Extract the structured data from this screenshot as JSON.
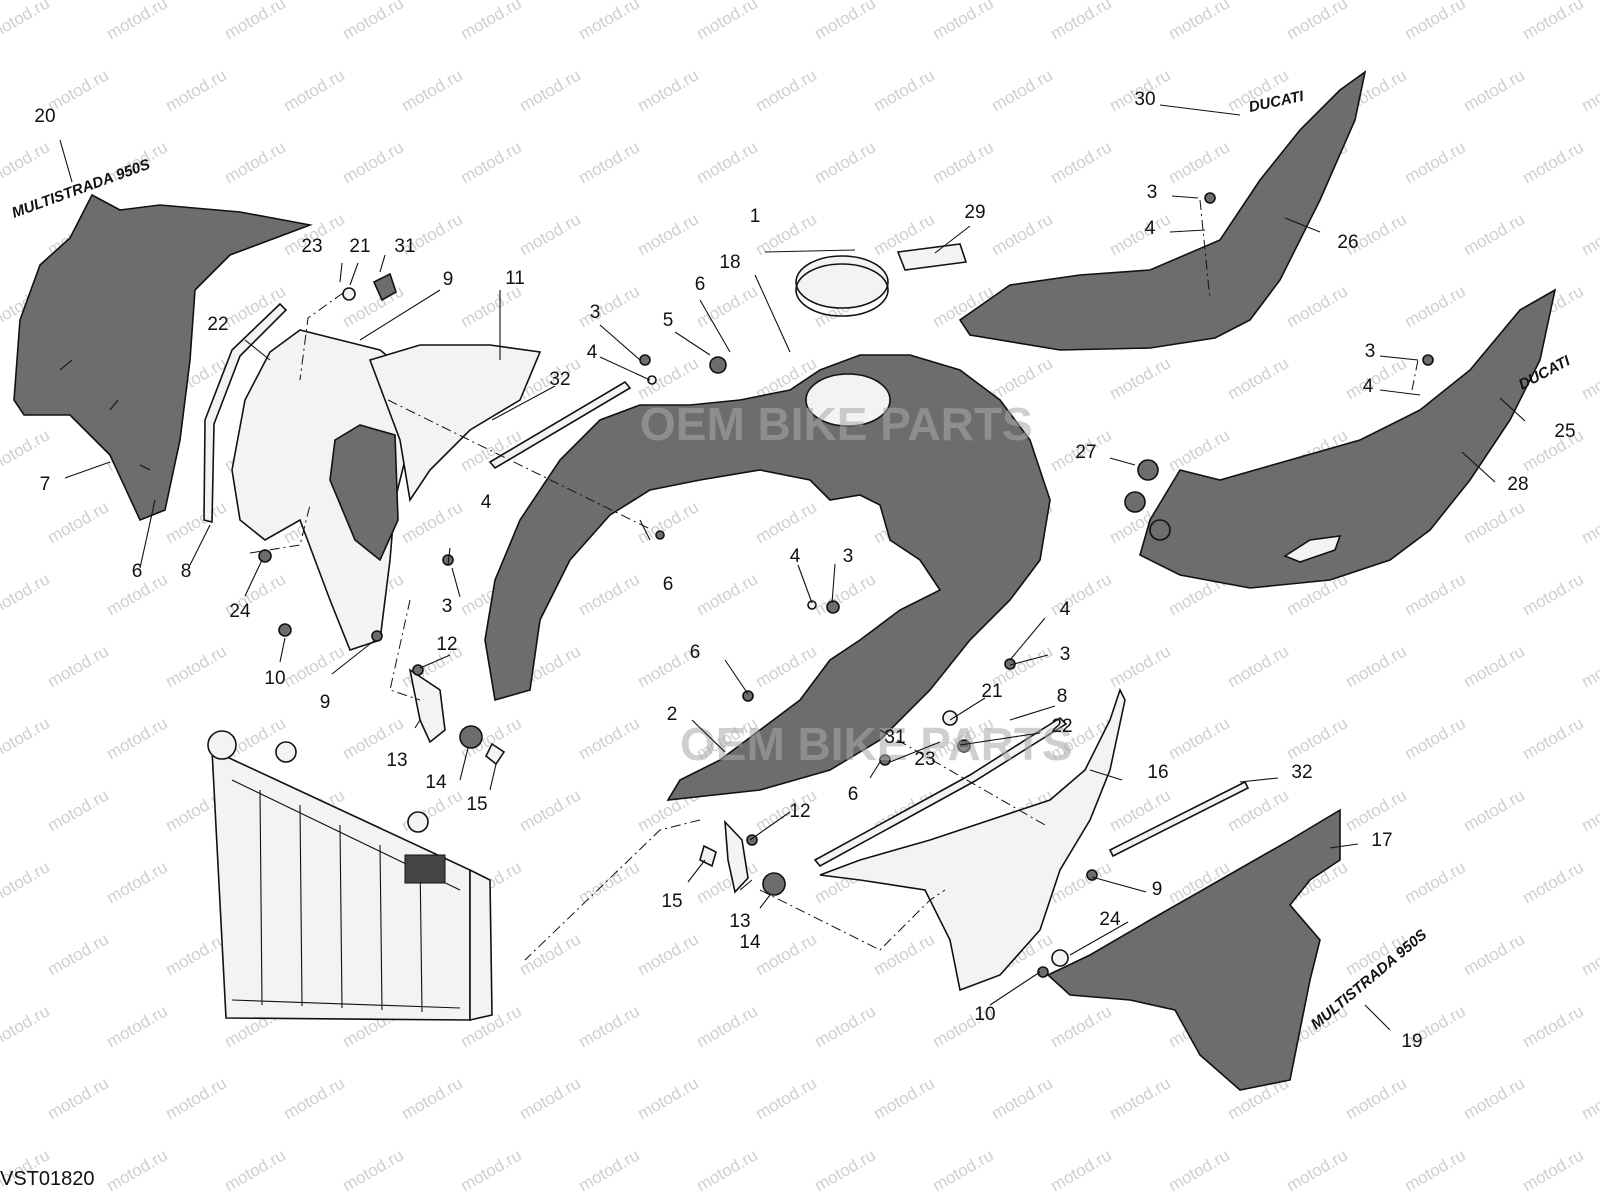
{
  "diagram": {
    "drawing_code": "VST01820",
    "watermark_text": "motod.ru",
    "overlay_logo_text": "OEM BIKE PARTS",
    "decal_texts": {
      "ducati_upper": "DUCATI",
      "ducati_lower": "DUCATI",
      "model_left": "MULTISTRADA 950S",
      "model_right": "MULTISTRADA 950S"
    },
    "callouts": [
      {
        "id": "c1",
        "text": "1"
      },
      {
        "id": "c2",
        "text": "2"
      },
      {
        "id": "c3a",
        "text": "3"
      },
      {
        "id": "c3b",
        "text": "3"
      },
      {
        "id": "c3c",
        "text": "3"
      },
      {
        "id": "c3d",
        "text": "3"
      },
      {
        "id": "c3e",
        "text": "3"
      },
      {
        "id": "c3f",
        "text": "3"
      },
      {
        "id": "c4a",
        "text": "4"
      },
      {
        "id": "c4b",
        "text": "4"
      },
      {
        "id": "c4c",
        "text": "4"
      },
      {
        "id": "c4d",
        "text": "4"
      },
      {
        "id": "c4e",
        "text": "4"
      },
      {
        "id": "c4f",
        "text": "4"
      },
      {
        "id": "c5",
        "text": "5"
      },
      {
        "id": "c6a",
        "text": "6"
      },
      {
        "id": "c6b",
        "text": "6"
      },
      {
        "id": "c6c",
        "text": "6"
      },
      {
        "id": "c6d",
        "text": "6"
      },
      {
        "id": "c6e",
        "text": "6"
      },
      {
        "id": "c7",
        "text": "7"
      },
      {
        "id": "c8a",
        "text": "8"
      },
      {
        "id": "c8b",
        "text": "8"
      },
      {
        "id": "c9a",
        "text": "9"
      },
      {
        "id": "c9b",
        "text": "9"
      },
      {
        "id": "c9c",
        "text": "9"
      },
      {
        "id": "c10a",
        "text": "10"
      },
      {
        "id": "c10b",
        "text": "10"
      },
      {
        "id": "c11",
        "text": "11"
      },
      {
        "id": "c12a",
        "text": "12"
      },
      {
        "id": "c12b",
        "text": "12"
      },
      {
        "id": "c13a",
        "text": "13"
      },
      {
        "id": "c13b",
        "text": "13"
      },
      {
        "id": "c14a",
        "text": "14"
      },
      {
        "id": "c14b",
        "text": "14"
      },
      {
        "id": "c15a",
        "text": "15"
      },
      {
        "id": "c15b",
        "text": "15"
      },
      {
        "id": "c16",
        "text": "16"
      },
      {
        "id": "c17",
        "text": "17"
      },
      {
        "id": "c18",
        "text": "18"
      },
      {
        "id": "c19",
        "text": "19"
      },
      {
        "id": "c20",
        "text": "20"
      },
      {
        "id": "c21a",
        "text": "21"
      },
      {
        "id": "c21b",
        "text": "21"
      },
      {
        "id": "c22a",
        "text": "22"
      },
      {
        "id": "c22b",
        "text": "22"
      },
      {
        "id": "c23a",
        "text": "23"
      },
      {
        "id": "c23b",
        "text": "23"
      },
      {
        "id": "c24a",
        "text": "24"
      },
      {
        "id": "c24b",
        "text": "24"
      },
      {
        "id": "c25",
        "text": "25"
      },
      {
        "id": "c26",
        "text": "26"
      },
      {
        "id": "c27",
        "text": "27"
      },
      {
        "id": "c28",
        "text": "28"
      },
      {
        "id": "c29",
        "text": "29"
      },
      {
        "id": "c30",
        "text": "30"
      },
      {
        "id": "c31a",
        "text": "31"
      },
      {
        "id": "c31b",
        "text": "31"
      },
      {
        "id": "c32a",
        "text": "32"
      },
      {
        "id": "c32b",
        "text": "32"
      }
    ]
  }
}
